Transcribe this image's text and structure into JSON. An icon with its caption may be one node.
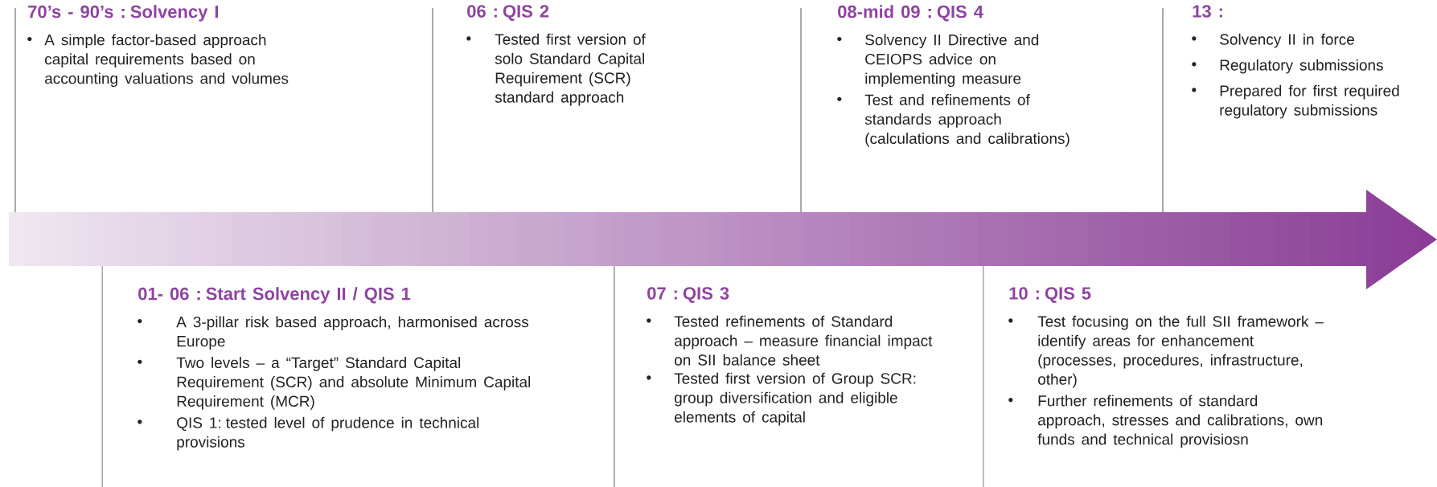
{
  "diagram": {
    "nodes": [
      {
        "text": [
          "70’s - 90’s : Solvency I",
          "A simple factor-based approach capital requirements based on accounting valuations and volumes"
        ]
      },
      {
        "text": [
          "01- 06 : Start Solvency II / QIS 1",
          "A 3-pillar risk based approach, harmonised across Europe",
          "Two levels – a “Target” Standard Capital Requirement (SCR) and absolute Minimum Capital Requirement (MCR)",
          "QIS 1: tested level of prudence in technical provisions"
        ]
      },
      {
        "text": [
          "06 : QIS 2",
          "Tested first version of solo Standard Capital Requirement (SCR) standard approach"
        ]
      },
      {
        "text": [
          "07 : QIS 3",
          "Tested refinements of Standard approach – measure financial impact on SII balance sheet",
          "Tested first version of Group SCR: group diversification and eligible elements of capital"
        ]
      },
      {
        "text": [
          "08-mid 09 : QIS 4",
          "Solvency II Directive and CEIOPS advice on implementing measure",
          "Test and refinements of standards approach (calculations and calibrations)"
        ]
      },
      {
        "text": [
          "10 : QIS 5",
          "Test focusing on the full SII framework – identify areas for enhancement (processes, procedures, infrastructure, other)",
          "Further refinements of standard approach, stresses and calibrations, own funds and technical provisiosn"
        ]
      },
      {
        "text": [
          "13 :",
          "Solvency II in force",
          "Regulatory submissions",
          "Prepared for first required regulatory submissions"
        ]
      }
    ]
  }
}
